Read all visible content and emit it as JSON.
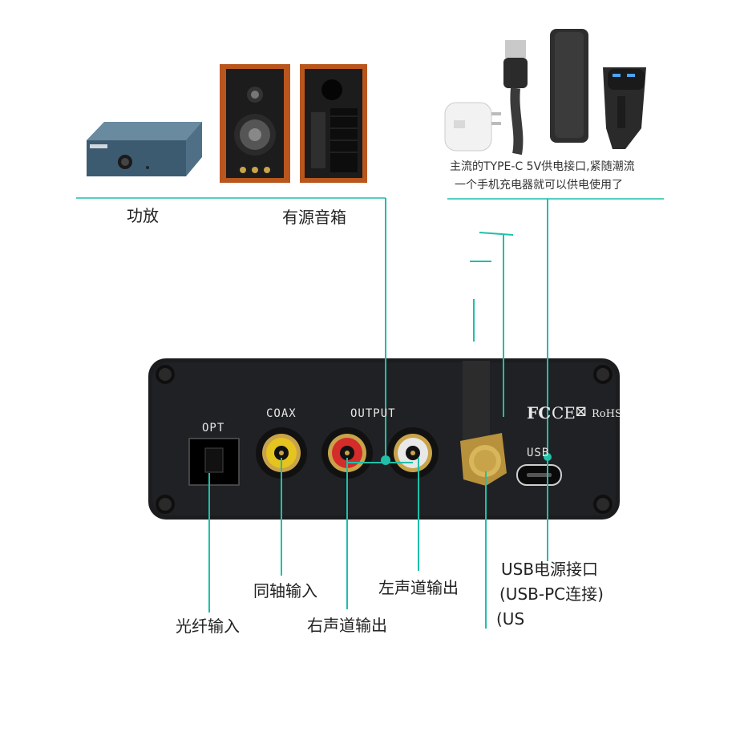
{
  "top": {
    "amplifier_label": "功放",
    "speakers_label": "有源音箱",
    "power_note_line1": "主流的TYPE-C 5V供电接口,紧随潮流",
    "power_note_line2": "一个手机充电器就可以供电使用了"
  },
  "panel": {
    "opt": "OPT",
    "coax": "COAX",
    "output": "OUTPUT",
    "usb": "USB",
    "fcc": "FC",
    "ce": "CE",
    "weee": "⊠",
    "rohs": "RoHS"
  },
  "callouts": {
    "optical_in": "光纤输入",
    "coax_in": "同轴输入",
    "right_out": "右声道输出",
    "left_out": "左声道输出",
    "usb_power_line1": "USB电源接口",
    "usb_power_line2": "(USB-PC连接)",
    "antenna_partial": "(US"
  },
  "colors": {
    "leader": "#1fbfa8",
    "panel": "#1b1c1e",
    "gold": "#c9a34a",
    "rca_red": "#d42b2b",
    "rca_white": "#e8e8e8",
    "rca_yellow": "#e5c420"
  }
}
